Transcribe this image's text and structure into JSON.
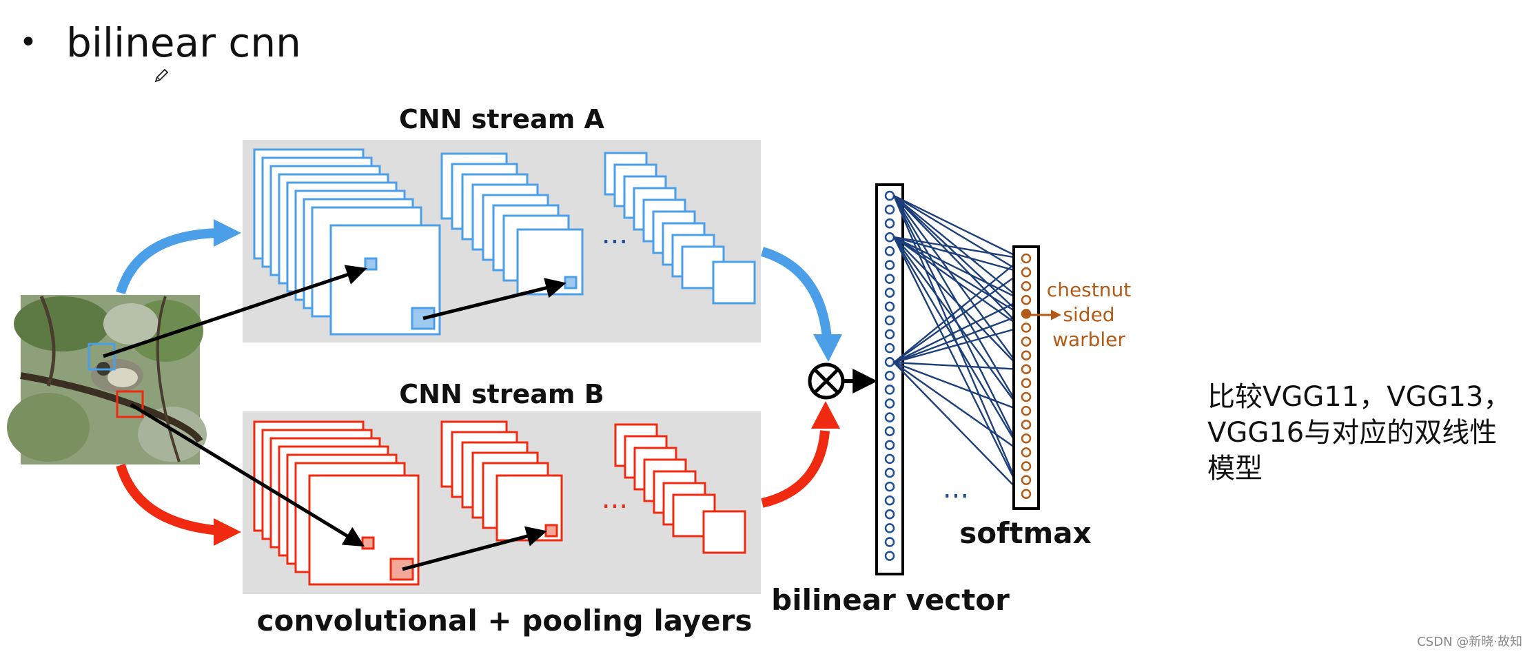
{
  "title": {
    "bullet": "•",
    "text": "bilinear cnn"
  },
  "diagram": {
    "stream_a_label": "CNN stream A",
    "stream_b_label": "CNN stream B",
    "layers_label": "convolutional + pooling layers",
    "bilinear_vector_label": "bilinear vector",
    "softmax_label": "softmax",
    "ellipsis": "...",
    "operator_symbol": "⊗",
    "output_class": [
      "chestnut",
      "sided",
      "warbler"
    ],
    "colors": {
      "stream_a": "#4a9fe8",
      "stream_b": "#f02a10",
      "panel": "#dedede",
      "vector_node": "#1f4e94",
      "softmax_node": "#b35a16",
      "connection": "#1c3f7a"
    },
    "icons": [
      "pencil-icon",
      "bird-photo"
    ]
  },
  "note": {
    "text": "比较VGG11，VGG13，VGG16与对应的双线性模型"
  },
  "watermark": "CSDN @新晓·故知"
}
